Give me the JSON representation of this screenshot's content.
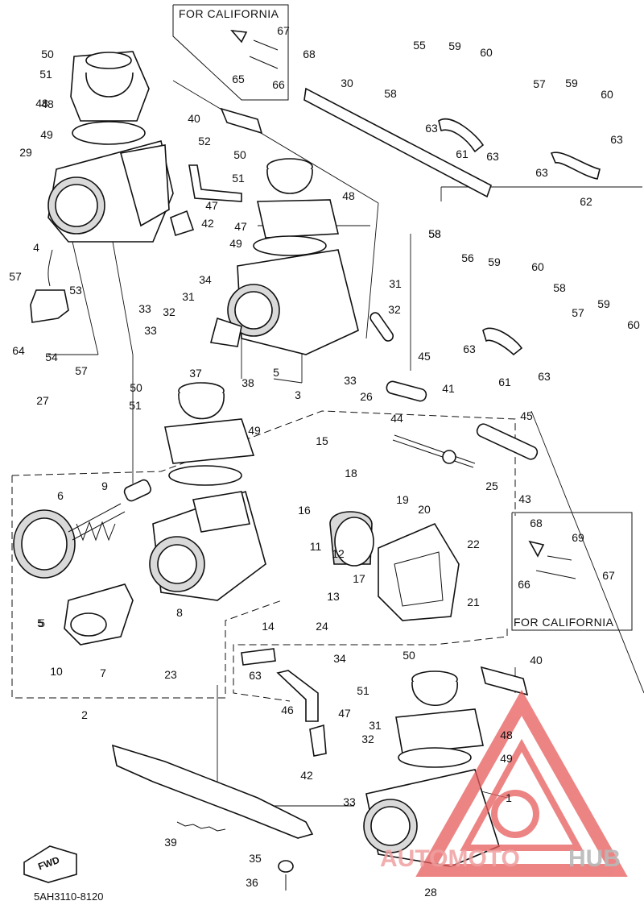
{
  "figure": {
    "code": "5AH3110-8120",
    "california_box_label": "FOR CALIFORNIA",
    "fwd_label": "FWD"
  },
  "watermark": {
    "brand_left": "AUTOMOTO",
    "brand_right": "HUB",
    "accent_color": "#e85b5b",
    "secondary_color": "#9b9b9b"
  },
  "callouts": [
    "1",
    "2",
    "3",
    "4",
    "5",
    "5",
    "5",
    "6",
    "7",
    "8",
    "9",
    "10",
    "11",
    "12",
    "13",
    "14",
    "15",
    "16",
    "17",
    "18",
    "19",
    "20",
    "21",
    "22",
    "23",
    "24",
    "25",
    "26",
    "27",
    "28",
    "29",
    "30",
    "31",
    "31",
    "31",
    "32",
    "32",
    "32",
    "33",
    "33",
    "33",
    "33",
    "34",
    "34",
    "35",
    "36",
    "37",
    "38",
    "39",
    "40",
    "40",
    "41",
    "42",
    "42",
    "43",
    "44",
    "45",
    "45",
    "46",
    "47",
    "47",
    "47",
    "48",
    "48",
    "48",
    "48",
    "49",
    "49",
    "49",
    "49",
    "50",
    "50",
    "50",
    "50",
    "51",
    "51",
    "51",
    "51",
    "52",
    "53",
    "54",
    "55",
    "56",
    "57",
    "57",
    "57",
    "57",
    "58",
    "58",
    "58",
    "58",
    "59",
    "59",
    "59",
    "59",
    "60",
    "60",
    "60",
    "60",
    "61",
    "61",
    "62",
    "63",
    "63",
    "63",
    "63",
    "63",
    "63",
    "63",
    "64",
    "65",
    "66",
    "66",
    "67",
    "67",
    "68",
    "68",
    "69",
    "69"
  ]
}
